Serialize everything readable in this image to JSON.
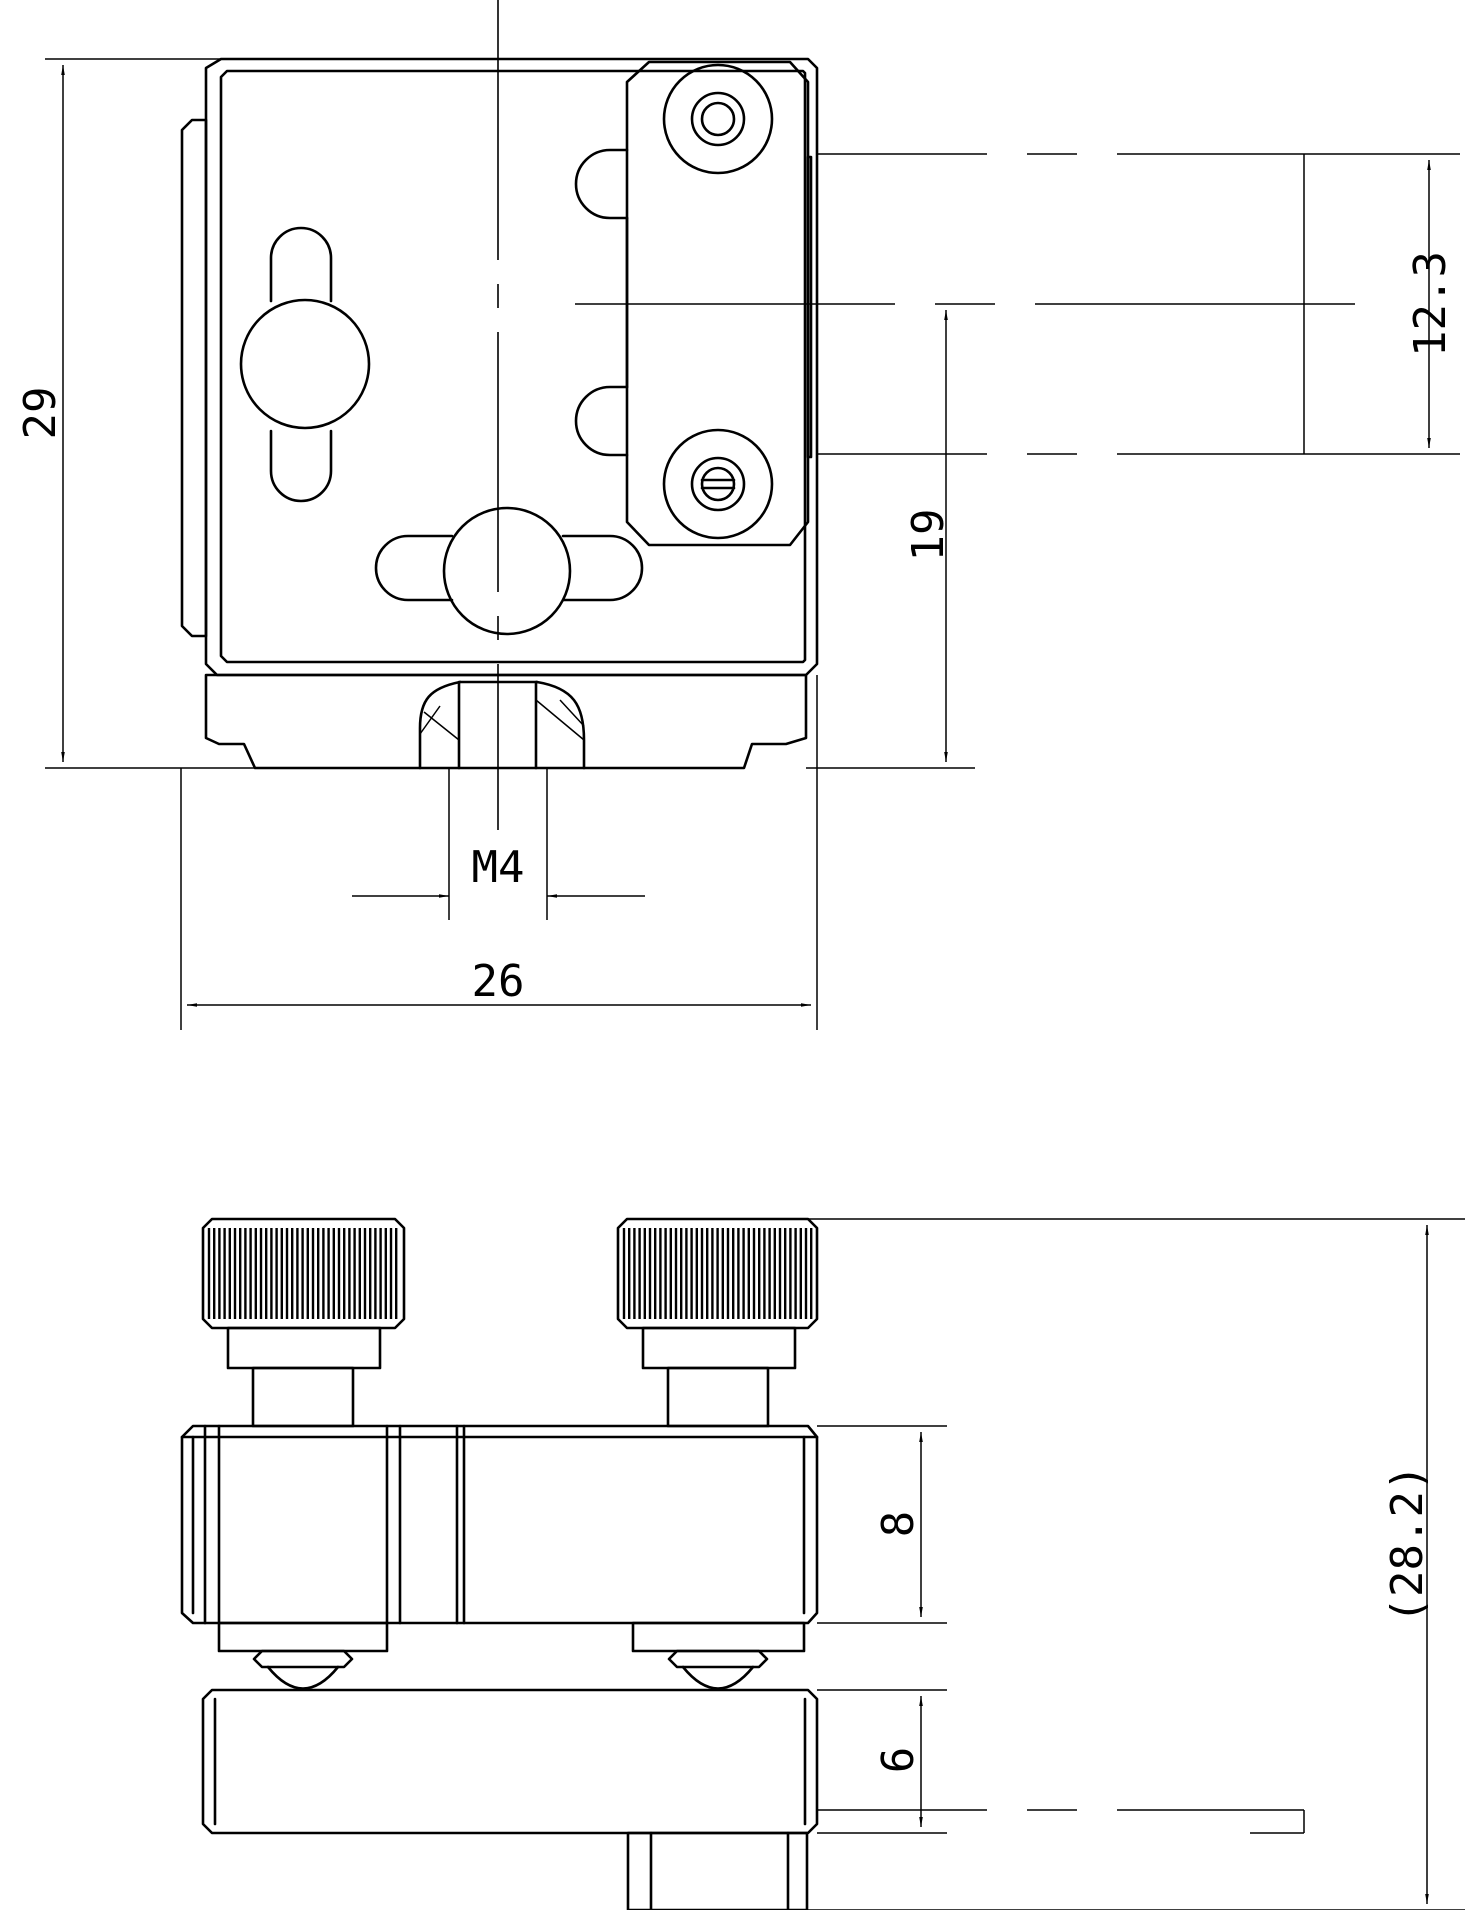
{
  "top_view": {
    "height_label": "29",
    "width_label": "26",
    "thread_label": "M4",
    "pitch_label": "12.3",
    "offset_label": "19"
  },
  "side_view": {
    "upper_block_label": "8",
    "lower_block_label": "6",
    "overall_height_label": "(28.2)"
  }
}
